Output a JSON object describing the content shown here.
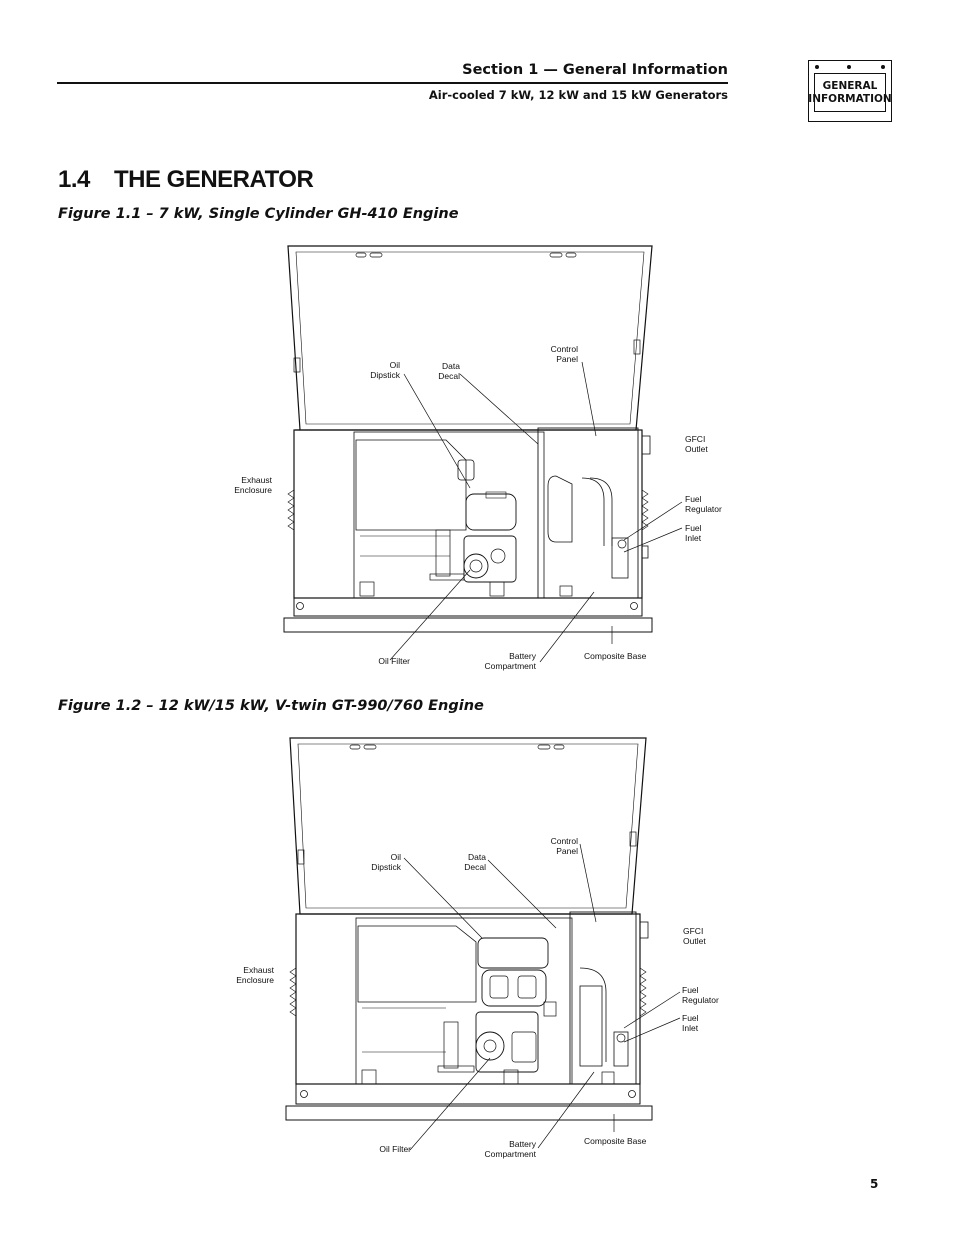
{
  "header": {
    "section": "Section 1 — General Information",
    "subtitle": "Air-cooled 7 kW, 12 kW and 15 kW Generators",
    "tab_label": "GENERAL\nINFORMATION"
  },
  "title": {
    "number": "1.4",
    "text": "THE GENERATOR"
  },
  "figures": [
    {
      "caption": "Figure 1.1 – 7 kW, Single Cylinder GH-410 Engine",
      "labels": {
        "oil_dipstick": "Oil\nDipstick",
        "data_decal": "Data\nDecal",
        "control_panel": "Control\nPanel",
        "gfci_outlet": "GFCI\nOutlet",
        "exhaust_enclosure": "Exhaust\nEnclosure",
        "fuel_regulator": "Fuel\nRegulator",
        "fuel_inlet": "Fuel\nInlet",
        "oil_filter": "Oil Filter",
        "battery_compartment": "Battery\nCompartment",
        "composite_base": "Composite Base"
      }
    },
    {
      "caption": "Figure 1.2 – 12 kW/15 kW, V-twin GT-990/760 Engine",
      "labels": {
        "oil_dipstick": "Oil\nDipstick",
        "data_decal": "Data\nDecal",
        "control_panel": "Control\nPanel",
        "gfci_outlet": "GFCI\nOutlet",
        "exhaust_enclosure": "Exhaust\nEnclosure",
        "fuel_regulator": "Fuel\nRegulator",
        "fuel_inlet": "Fuel\nInlet",
        "oil_filter": "Oil Filter",
        "battery_compartment": "Battery\nCompartment",
        "composite_base": "Composite Base"
      }
    }
  ],
  "page_number": "5"
}
